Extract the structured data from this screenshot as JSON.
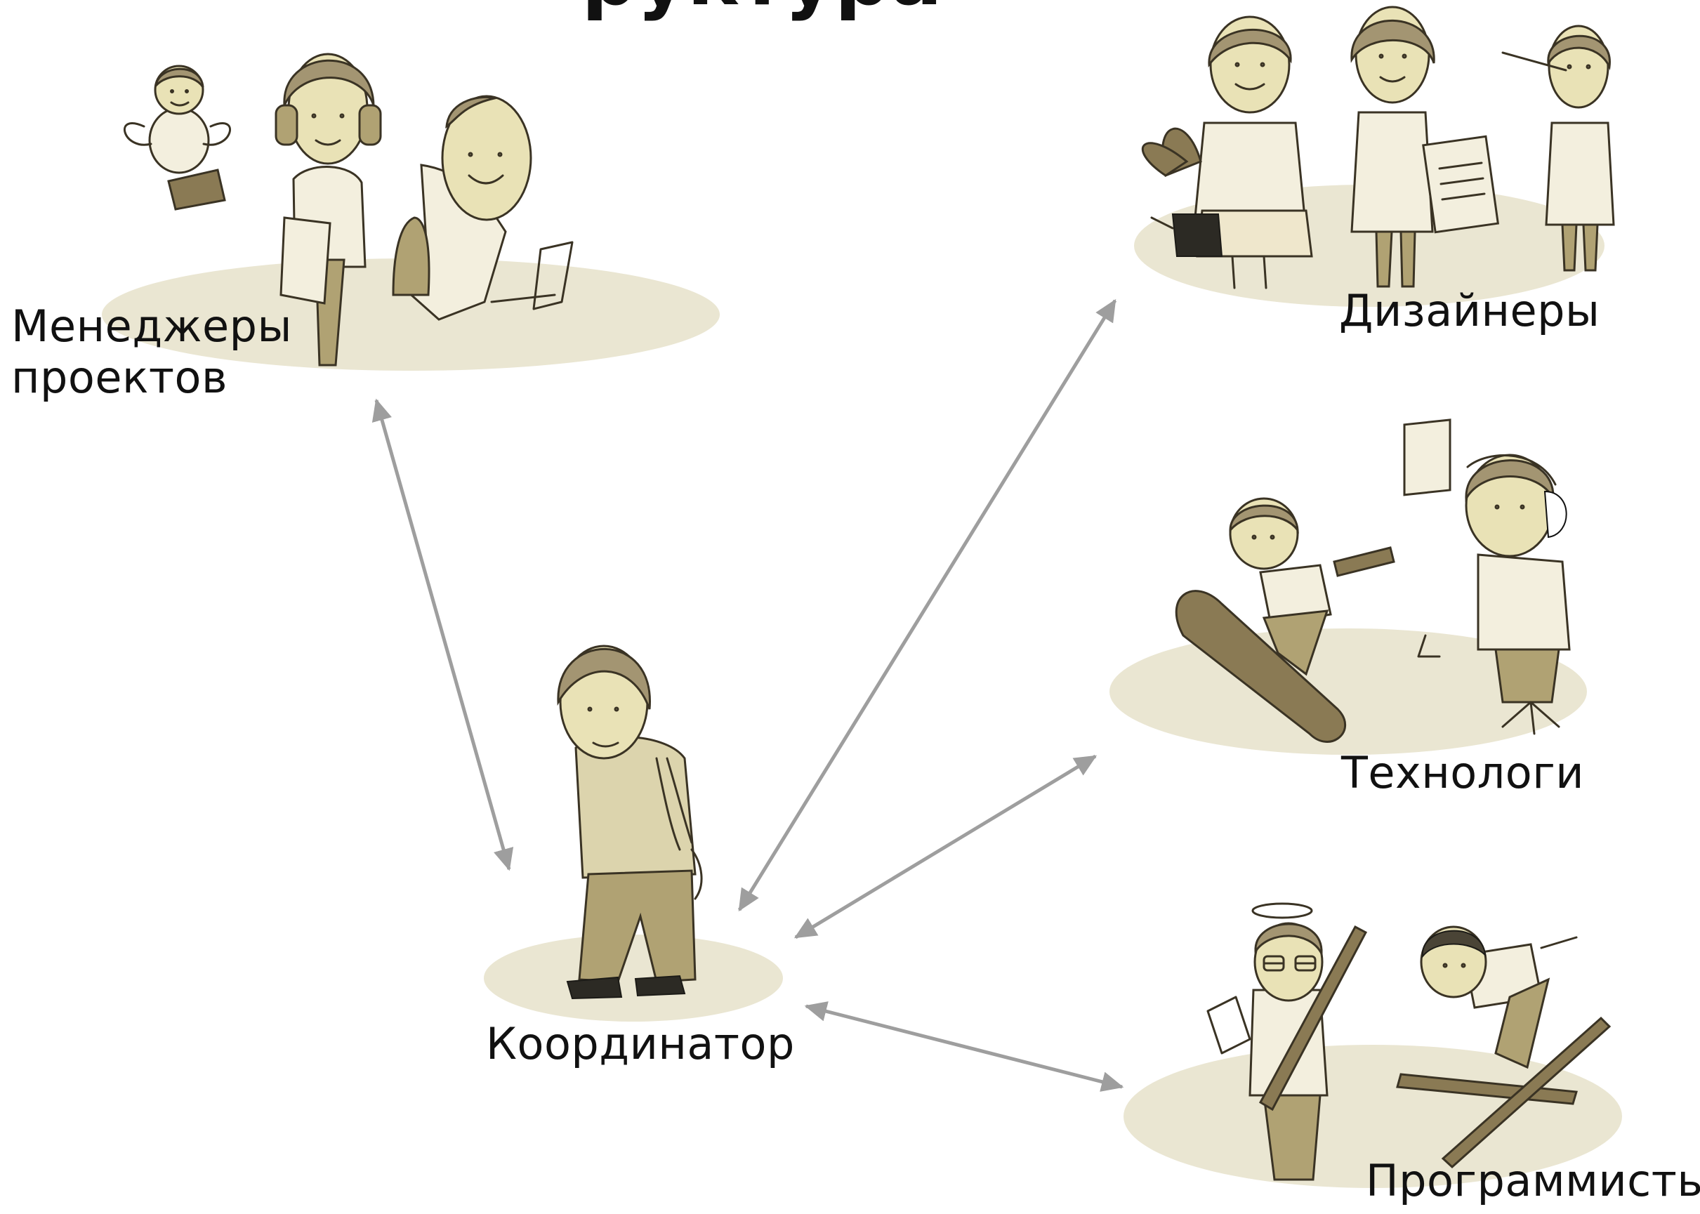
{
  "title_partial": "руктура",
  "groups": {
    "managers": {
      "label_line1": "Менеджеры",
      "label_line2": "проектов",
      "icon": "managers-illustration"
    },
    "designers": {
      "label": "Дизайнеры",
      "icon": "designers-illustration"
    },
    "technologists": {
      "label": "Технологи",
      "icon": "technologists-illustration"
    },
    "programmers": {
      "label": "Программисты",
      "icon": "programmers-illustration"
    },
    "coordinator": {
      "label": "Координатор",
      "icon": "coordinator-illustration"
    }
  },
  "connections": [
    {
      "from": "coordinator",
      "to": "managers",
      "bidirectional": true
    },
    {
      "from": "coordinator",
      "to": "designers",
      "bidirectional": true
    },
    {
      "from": "coordinator",
      "to": "technologists",
      "bidirectional": true
    },
    {
      "from": "coordinator",
      "to": "programmers",
      "bidirectional": true
    }
  ],
  "colors": {
    "platform": "#eae6d2",
    "arrow": "#9e9e9e",
    "figure": "#b0a273",
    "text": "#111111"
  }
}
